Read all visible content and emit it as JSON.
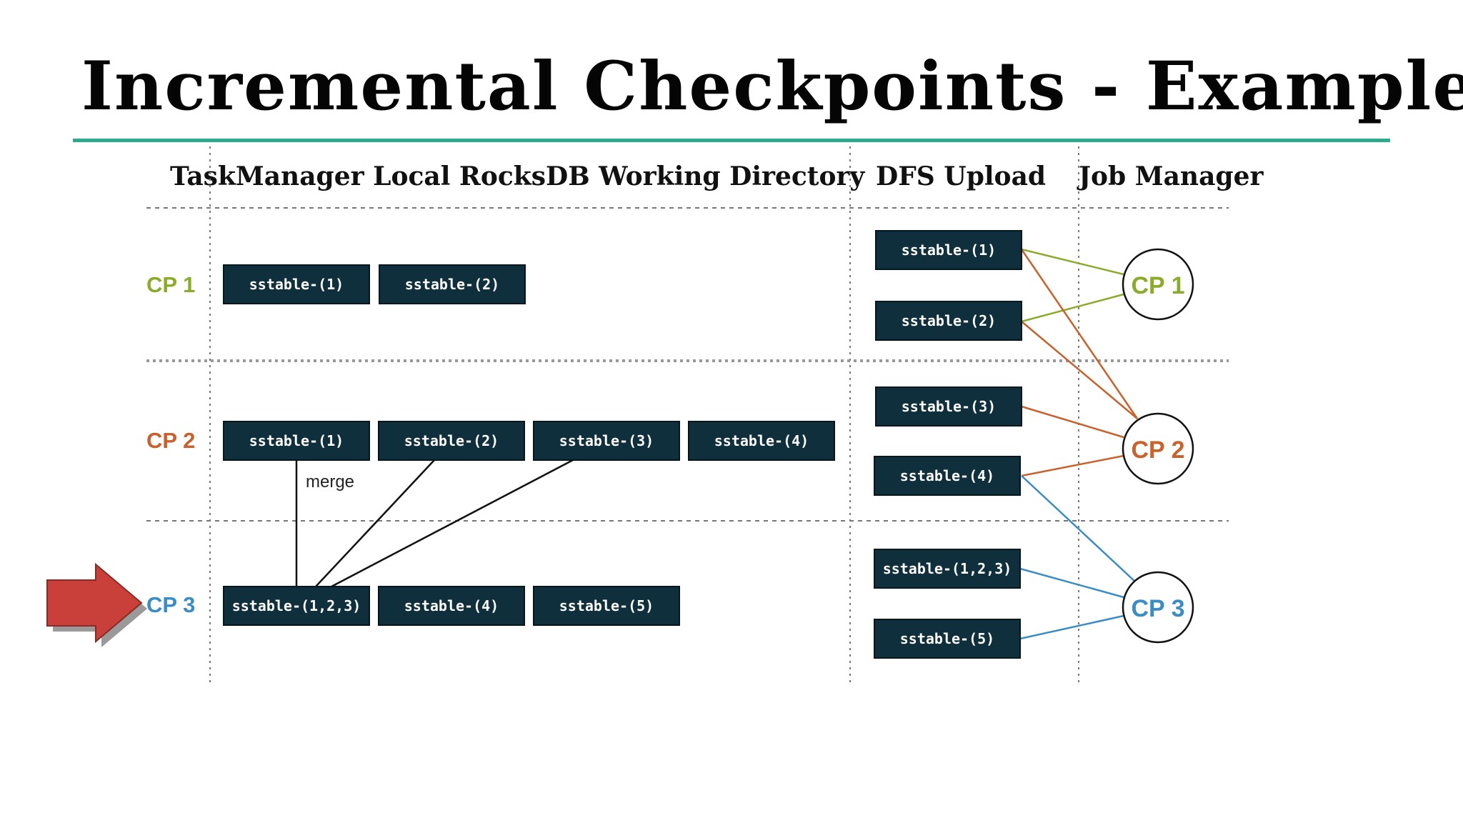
{
  "slide": {
    "title": "Incremental Checkpoints - Example"
  },
  "headers": {
    "local": "TaskManager Local RocksDB Working Directory",
    "dfs": "DFS Upload",
    "jm": "Job Manager"
  },
  "colors": {
    "cp1": "#8bac2a",
    "cp2": "#c8612c",
    "cp3": "#3a8cc4",
    "box": "#0f2f3c",
    "arrow": "#c0392b",
    "title_rule": "#2bab8c"
  },
  "rows": [
    {
      "label": "CP 1",
      "local": [
        "sstable-(1)",
        "sstable-(2)"
      ],
      "dfs": [
        "sstable-(1)",
        "sstable-(2)"
      ],
      "jm": "CP 1"
    },
    {
      "label": "CP 2",
      "local": [
        "sstable-(1)",
        "sstable-(2)",
        "sstable-(3)",
        "sstable-(4)"
      ],
      "dfs": [
        "sstable-(3)",
        "sstable-(4)"
      ],
      "jm": "CP 2",
      "merge_label": "merge"
    },
    {
      "label": "CP 3",
      "local": [
        "sstable-(1,2,3)",
        "sstable-(4)",
        "sstable-(5)"
      ],
      "dfs": [
        "sstable-(1,2,3)",
        "sstable-(5)"
      ],
      "jm": "CP 3"
    }
  ],
  "current_marker": {
    "icon": "right-arrow-icon",
    "points_to": "CP 3"
  }
}
